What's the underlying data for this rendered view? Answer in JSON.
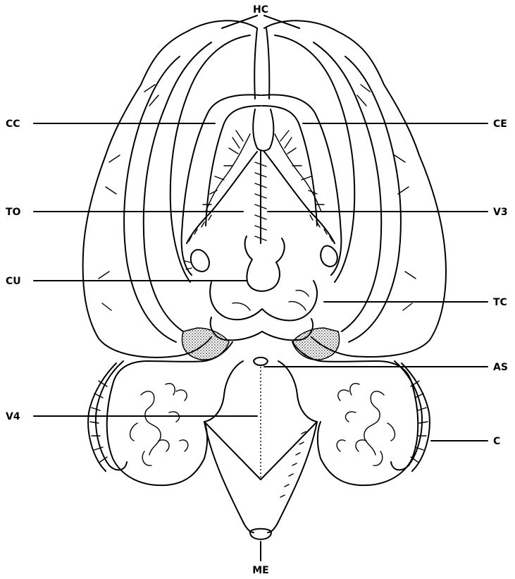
{
  "labels": {
    "hc": "HC",
    "cc": "CC",
    "ce": "CE",
    "to": "TO",
    "v3": "V3",
    "cu": "CU",
    "tc": "TC",
    "as": "AS",
    "v4": "V4",
    "c": "C",
    "me": "ME"
  },
  "colors": {
    "ink": "#000000",
    "paper": "#ffffff"
  }
}
